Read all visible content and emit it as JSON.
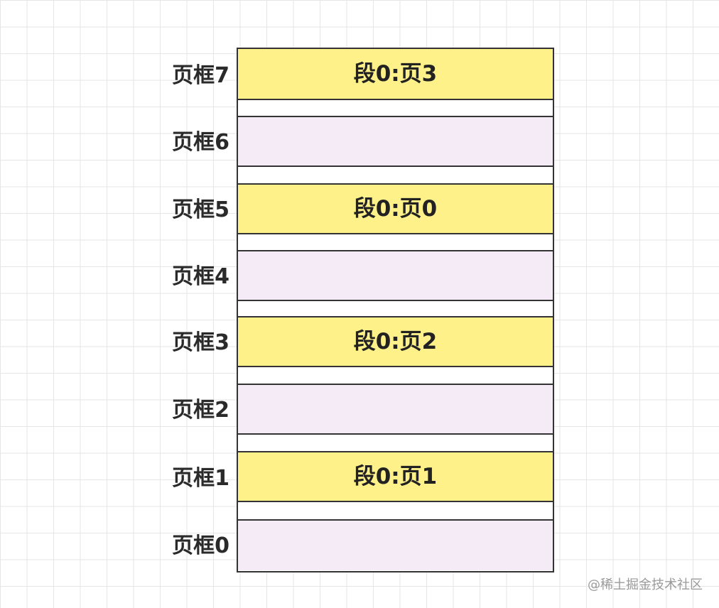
{
  "frames": [
    {
      "label": "页框7",
      "content": "段0:页3",
      "state": "occupied"
    },
    {
      "label": "页框6",
      "content": "",
      "state": "empty"
    },
    {
      "label": "页框5",
      "content": "段0:页0",
      "state": "occupied"
    },
    {
      "label": "页框4",
      "content": "",
      "state": "empty"
    },
    {
      "label": "页框3",
      "content": "段0:页2",
      "state": "occupied"
    },
    {
      "label": "页框2",
      "content": "",
      "state": "empty"
    },
    {
      "label": "页框1",
      "content": "段0:页1",
      "state": "occupied"
    },
    {
      "label": "页框0",
      "content": "",
      "state": "empty"
    }
  ],
  "watermark": "@稀土掘金技术社区",
  "colors": {
    "occupied": "#fff18a",
    "empty": "#f4ebf6",
    "border": "#333333",
    "grid": "#e6e6e6"
  }
}
